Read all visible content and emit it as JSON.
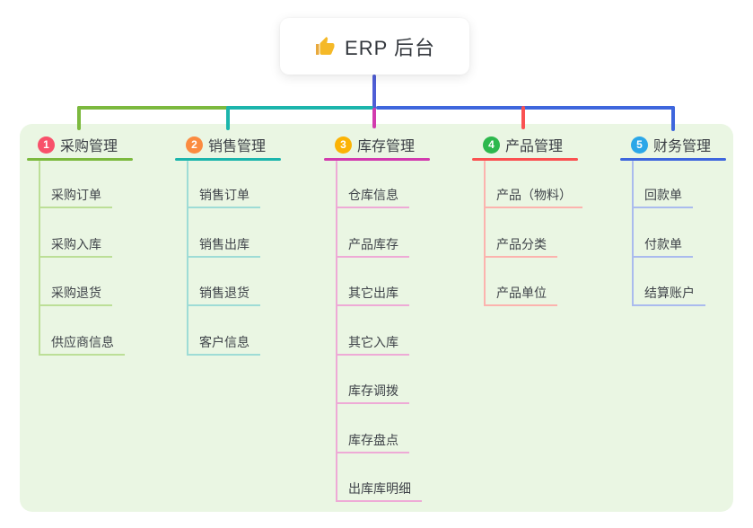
{
  "root": {
    "icon": "thumbs-up",
    "title": "ERP 后台"
  },
  "colors": {
    "canvas_bg": "#ffffff",
    "panel_bg": "#eaf6e3",
    "root_line": "#4f5ed6",
    "text_dark": "#3b3f45",
    "thumb_yellow": "#f5b928"
  },
  "branches": [
    {
      "index": "1",
      "title": "采购管理",
      "color": "#7cb93e",
      "light_color": "#bcdf97",
      "badge_color": "#f8506a",
      "children": [
        "采购订单",
        "采购入库",
        "采购退货",
        "供应商信息"
      ]
    },
    {
      "index": "2",
      "title": "销售管理",
      "color": "#1cb5ac",
      "light_color": "#9edcd6",
      "badge_color": "#fb8b40",
      "children": [
        "销售订单",
        "销售出库",
        "销售退货",
        "客户信息"
      ]
    },
    {
      "index": "3",
      "title": "库存管理",
      "color": "#d23bae",
      "light_color": "#eeaad6",
      "badge_color": "#fbb305",
      "children": [
        "仓库信息",
        "产品库存",
        "其它出库",
        "其它入库",
        "库存调拨",
        "库存盘点",
        "出库库明细"
      ]
    },
    {
      "index": "4",
      "title": "产品管理",
      "color": "#fa5151",
      "light_color": "#fcb3ae",
      "badge_color": "#2db84d",
      "children": [
        "产品（物料）",
        "产品分类",
        "产品单位"
      ]
    },
    {
      "index": "5",
      "title": "财务管理",
      "color": "#3e66dd",
      "light_color": "#aabbee",
      "badge_color": "#2ba7e8",
      "children": [
        "回款单",
        "付款单",
        "结算账户"
      ]
    }
  ]
}
